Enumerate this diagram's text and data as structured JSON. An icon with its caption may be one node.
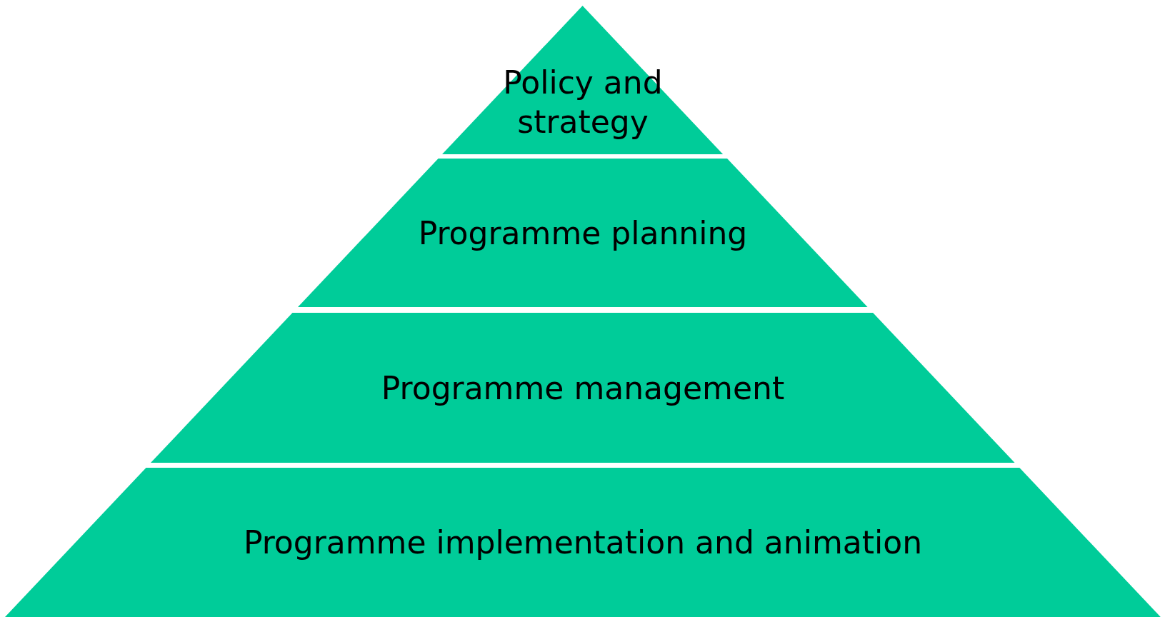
{
  "diagram": {
    "nodes": [
      {
        "text": [
          "Policy and strategy"
        ]
      },
      {
        "text": [
          "Programme planning"
        ]
      },
      {
        "text": [
          "Programme management"
        ]
      },
      {
        "text": [
          "Programme implementation and animation"
        ]
      }
    ]
  }
}
